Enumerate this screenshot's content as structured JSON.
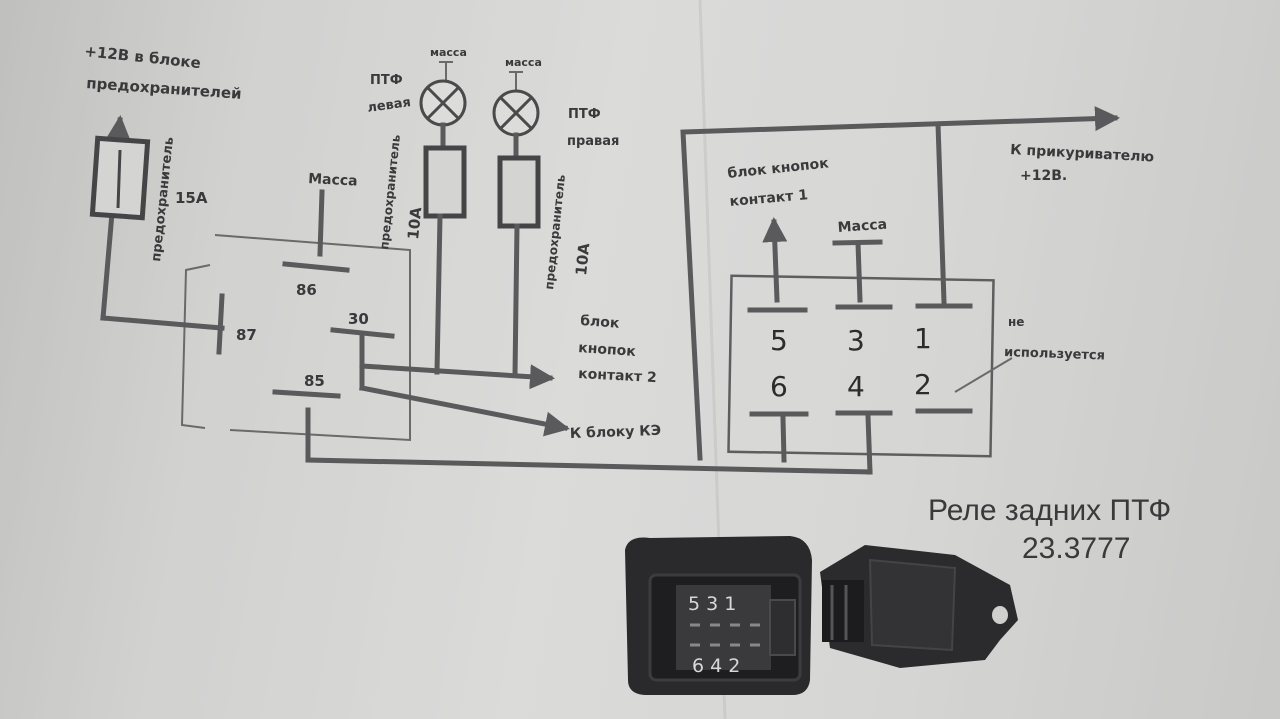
{
  "diagram": {
    "top_supply_label_1": "+12В в блоке",
    "top_supply_label_2": "предохранителей",
    "fuse_main_label": "предохранитель",
    "fuse_main_rating": "15А",
    "ground_label": "Масса",
    "ground_label_lower": "масса",
    "ptf_left_1": "ПТФ",
    "ptf_left_2": "левая",
    "ptf_right_1": "ПТФ",
    "ptf_right_2": "правая",
    "fuse_left_label": "предохранитель",
    "fuse_left_rating": "10А",
    "fuse_right_label": "предохранитель",
    "fuse_right_rating": "10А",
    "relay_pin_86": "86",
    "relay_pin_87": "87",
    "relay_pin_30": "30",
    "relay_pin_85": "85",
    "buttons_contact2_1": "блок",
    "buttons_contact2_2": "кнопок",
    "buttons_contact2_3": "контакт 2",
    "to_ke_block": "К блоку КЭ",
    "to_lighter_1": "К прикуривателю",
    "to_lighter_2": "+12В.",
    "buttons_contact1_1": "блок кнопок",
    "buttons_contact1_2": "контакт 1",
    "not_used_1": "не",
    "not_used_2": "используется",
    "connector_pins_top": [
      "5",
      "3",
      "1"
    ],
    "connector_pins_bottom": [
      "6",
      "4",
      "2"
    ],
    "relay_title_1": "Реле задних ПТФ",
    "relay_title_2": "23.3777",
    "photo_pins_top": "5 3 1",
    "photo_pins_bottom": "6 4 2"
  }
}
